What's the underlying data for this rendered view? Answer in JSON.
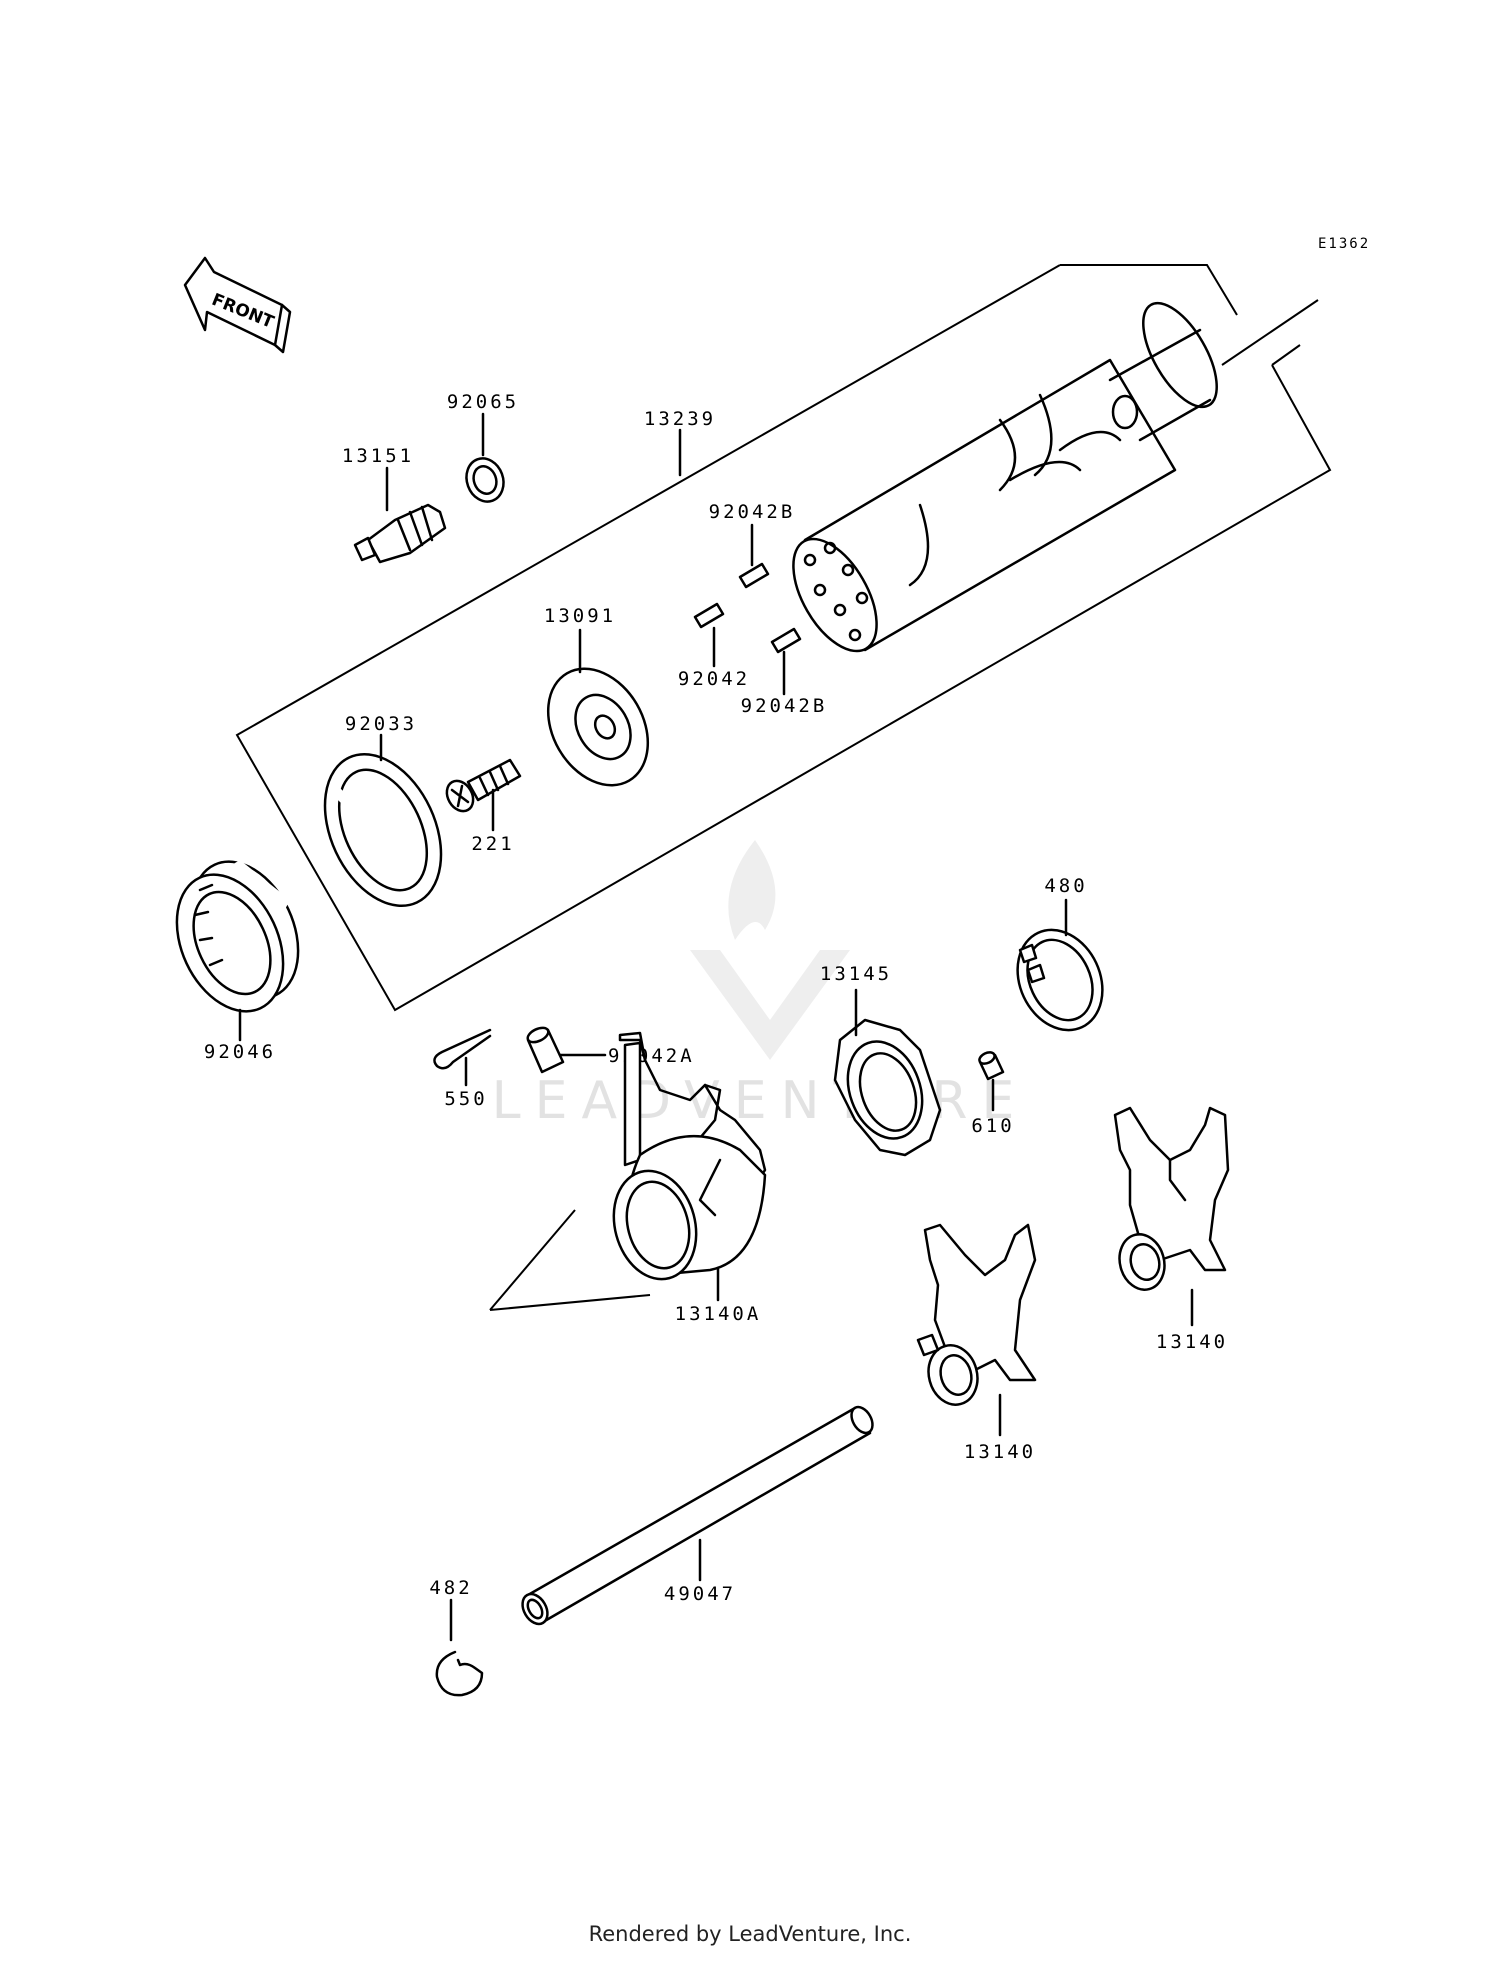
{
  "diagram_code": "E1362",
  "front_label": "FRONT",
  "watermark": "LEADVENTURE",
  "footer": "Rendered by LeadVenture, Inc.",
  "parts": {
    "bearing_92046": "92046",
    "sensor_13151": "13151",
    "washer_92065": "92065",
    "drum_13239": "13239",
    "pin_92042b_top": "92042B",
    "pin_92042": "92042",
    "pin_92042b_bottom": "92042B",
    "plate_13091": "13091",
    "ring_92033": "92033",
    "screw_221": "221",
    "pin_92042a": "92042A",
    "cotter_550": "550",
    "holder_13145": "13145",
    "circlip_480": "480",
    "pin_610": "610",
    "fork_13140a": "13140A",
    "fork_13140_right": "13140",
    "fork_13140_mid": "13140",
    "rod_49047": "49047",
    "clip_482": "482"
  }
}
